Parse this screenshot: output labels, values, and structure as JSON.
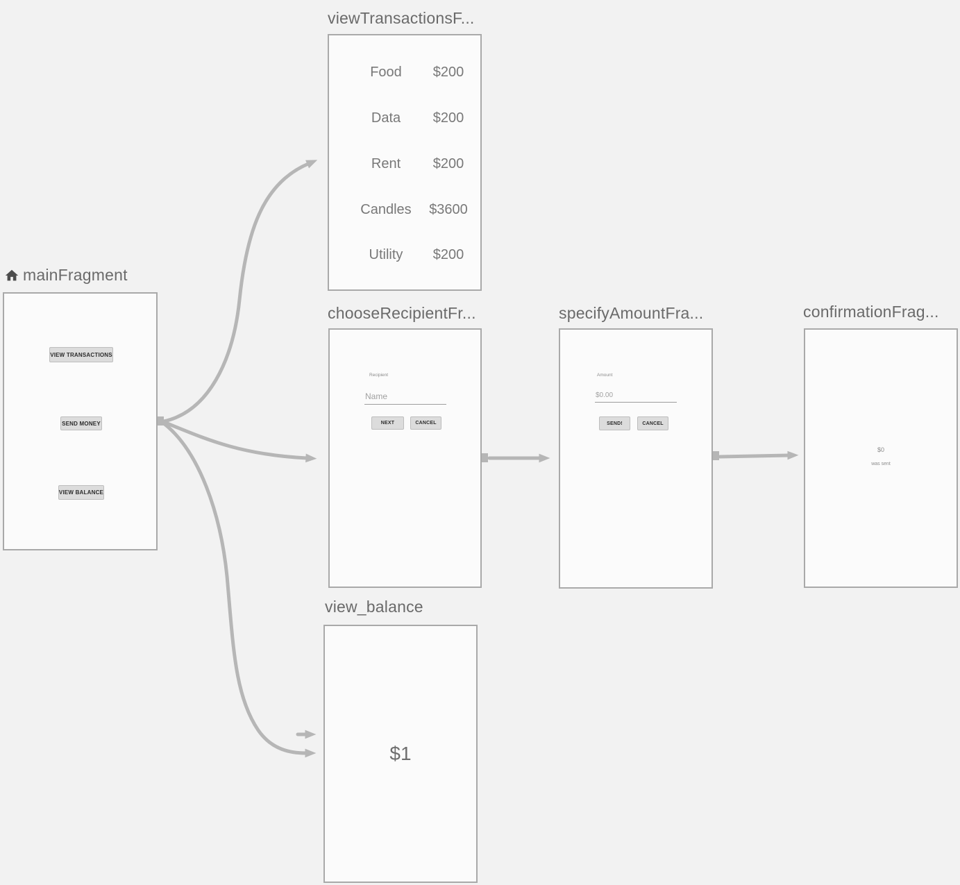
{
  "colors": {
    "background": "#f2f2f2",
    "card_background": "#fbfbfb",
    "card_border": "#a9a9a9",
    "arrow": "#b6b6b6",
    "title_text": "#6a6a6a",
    "preview_button_bg": "#dcdcdc"
  },
  "icons": {
    "start_destination": "home"
  },
  "fragments": {
    "main": {
      "title": "mainFragment",
      "buttons": {
        "view_transactions": "VIEW TRANSACTIONS",
        "send_money": "SEND MONEY",
        "view_balance": "VIEW BALANCE"
      }
    },
    "view_transactions": {
      "title": "viewTransactionsF...",
      "rows": [
        {
          "label": "Food",
          "amount": "$200"
        },
        {
          "label": "Data",
          "amount": "$200"
        },
        {
          "label": "Rent",
          "amount": "$200"
        },
        {
          "label": "Candles",
          "amount": "$3600"
        },
        {
          "label": "Utility",
          "amount": "$200"
        }
      ]
    },
    "choose_recipient": {
      "title": "chooseRecipientFr...",
      "field_label": "Recipient",
      "field_placeholder": "Name",
      "next_button": "NEXT",
      "cancel_button": "CANCEL"
    },
    "specify_amount": {
      "title": "specifyAmountFra...",
      "field_label": "Amount",
      "field_value": "$0.00",
      "send_button": "SEND!",
      "cancel_button": "CANCEL"
    },
    "confirmation": {
      "title": "confirmationFrag...",
      "amount": "$0",
      "caption": "was sent"
    },
    "view_balance": {
      "title": "view_balance",
      "balance": "$1"
    }
  }
}
